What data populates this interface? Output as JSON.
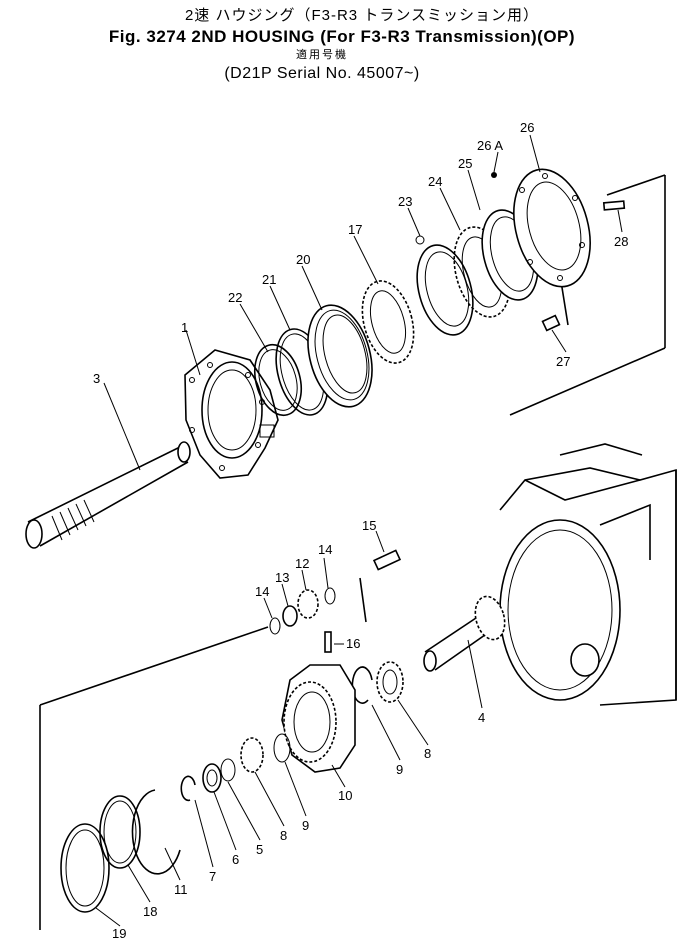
{
  "header": {
    "line1": "2速 ハウジング（F3-R3 トランスミッション用）",
    "line2": "Fig. 3274 2ND HOUSING (For F3-R3 Transmission)(OP)",
    "line3": "適用号機",
    "line4": "(D21P  Serial No. 45007~)"
  },
  "callouts": {
    "c1": "1",
    "c3": "3",
    "c4": "4",
    "c5": "5",
    "c6": "6",
    "c7": "7",
    "c8a": "8",
    "c8b": "8",
    "c9a": "9",
    "c9b": "9",
    "c10": "10",
    "c11": "11",
    "c12": "12",
    "c13": "13",
    "c14a": "14",
    "c14b": "14",
    "c15": "15",
    "c16": "16",
    "c17": "17",
    "c18": "18",
    "c19": "19",
    "c20": "20",
    "c21": "21",
    "c22": "22",
    "c23": "23",
    "c24": "24",
    "c25": "25",
    "c26": "26",
    "c26a": "26 A",
    "c27": "27",
    "c28": "28"
  }
}
